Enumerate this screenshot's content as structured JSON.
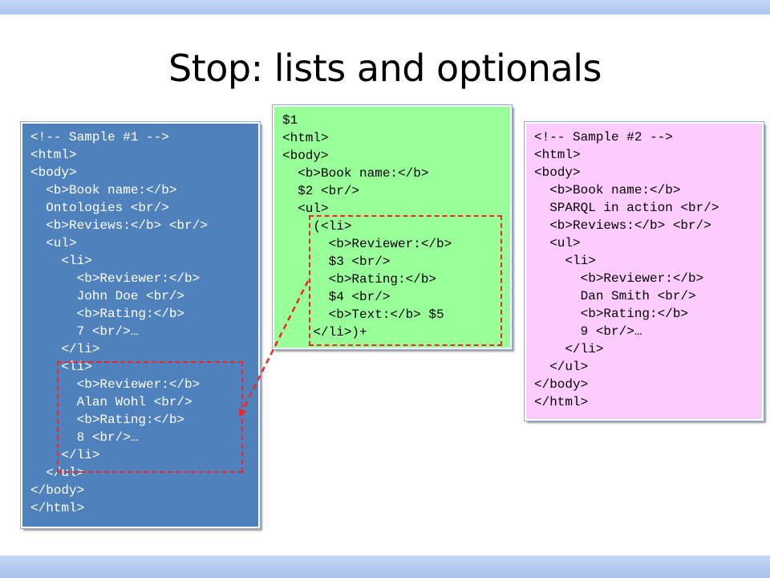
{
  "slide": {
    "title": "Stop: lists and optionals"
  },
  "sample1": {
    "lines": [
      "<!-- Sample #1 -->",
      "<html>",
      "<body>",
      "  <b>Book name:</b>",
      "  Ontologies <br/>",
      "  <b>Reviews:</b> <br/>",
      "  <ul>",
      "    <li>",
      "      <b>Reviewer:</b>",
      "      John Doe <br/>",
      "      <b>Rating:</b>",
      "      7 <br/>…",
      "    </li>",
      "    <li>",
      "      <b>Reviewer:</b>",
      "      Alan Wohl <br/>",
      "      <b>Rating:</b>",
      "      8 <br/>…",
      "    </li>",
      "  </ul>",
      "</body>",
      "</html>"
    ]
  },
  "template": {
    "lines": [
      "$1",
      "<html>",
      "<body>",
      "  <b>Book name:</b>",
      "  $2 <br/>",
      "  <ul>",
      "    (<li>",
      "      <b>Reviewer:</b>",
      "      $3 <br/>",
      "      <b>Rating:</b>",
      "      $4 <br/>",
      "      <b>Text:</b> $5",
      "    </li>)+"
    ]
  },
  "sample2": {
    "lines": [
      "<!-- Sample #2 -->",
      "<html>",
      "<body>",
      "  <b>Book name:</b>",
      "  SPARQL in action <br/>",
      "  <b>Reviews:</b> <br/>",
      "  <ul>",
      "    <li>",
      "      <b>Reviewer:</b>",
      "      Dan Smith <br/>",
      "      <b>Rating:</b>",
      "      9 <br/>…",
      "    </li>",
      "  </ul>",
      "</body>",
      "</html>"
    ]
  },
  "colors": {
    "sample1_bg": "#4f81bd",
    "template_bg": "#99ff99",
    "sample2_bg": "#ffccff",
    "highlight": "#f02626"
  }
}
